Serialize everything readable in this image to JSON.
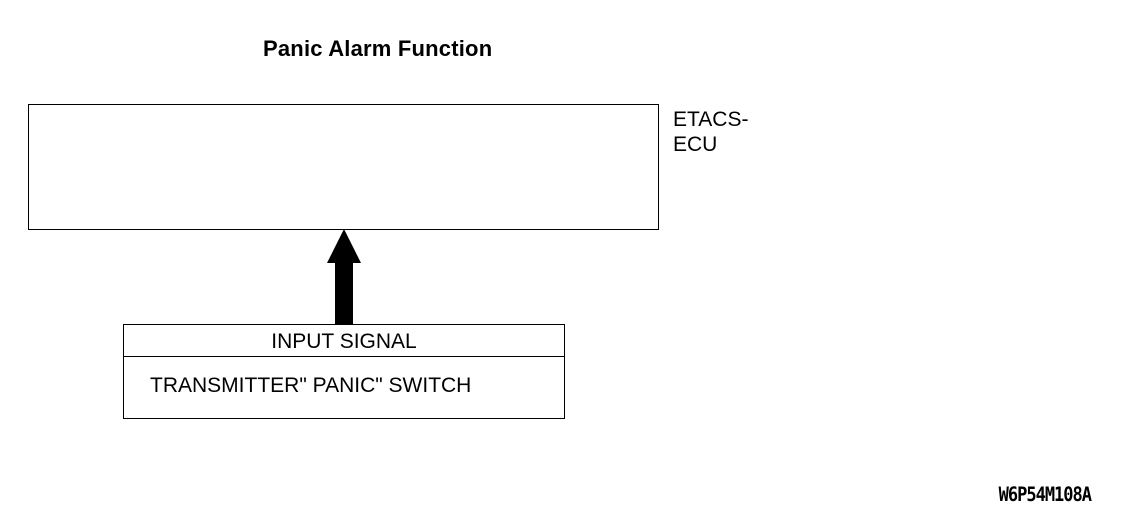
{
  "diagram": {
    "title": "Panic Alarm Function",
    "ecu": {
      "label_line1": "ETACS-",
      "label_line2": "ECU"
    },
    "input": {
      "header": "INPUT SIGNAL",
      "item": "TRANSMITTER\" PANIC\" SWITCH"
    },
    "figure_code": "W6P54M108A"
  }
}
